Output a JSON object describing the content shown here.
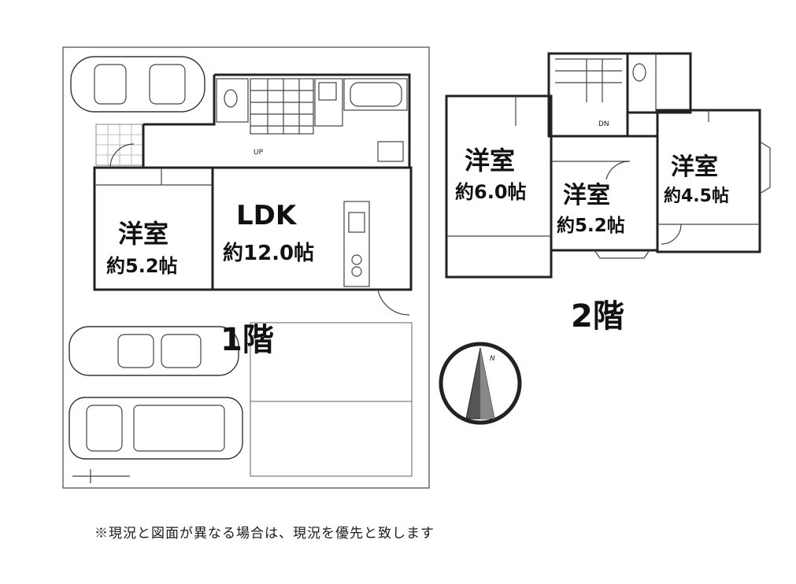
{
  "floor1": {
    "label": "1階",
    "ldk": {
      "name": "LDK",
      "size": "約12.0帖"
    },
    "western_room": {
      "name": "洋室",
      "size": "約5.2帖"
    },
    "stairs_label": "UP"
  },
  "floor2": {
    "label": "2階",
    "room_a": {
      "name": "洋室",
      "size": "約6.0帖"
    },
    "room_b": {
      "name": "洋室",
      "size": "約5.2帖"
    },
    "room_c": {
      "name": "洋室",
      "size": "約4.5帖"
    },
    "stairs_label": "DN"
  },
  "compass": {
    "north_label": "N"
  },
  "note": "※現況と図面が異なる場合は、現況を優先と致します"
}
